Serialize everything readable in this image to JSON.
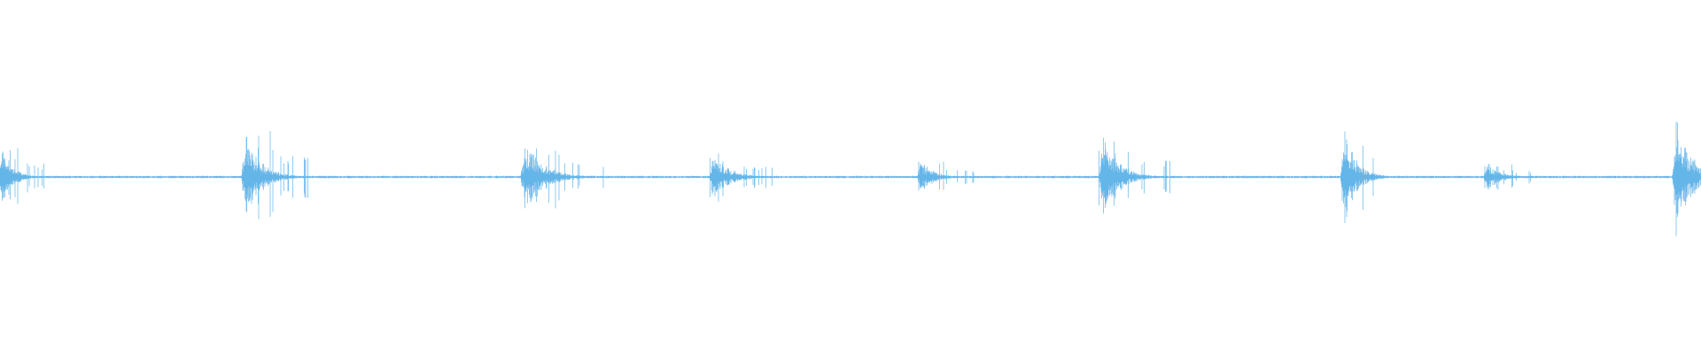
{
  "waveform": {
    "color": "#64b5e8",
    "background": "#ffffff",
    "baseline_amplitude": 0.015,
    "events": [
      {
        "center": 0.003,
        "width": 0.024,
        "amplitude": 0.38
      },
      {
        "center": 0.146,
        "width": 0.035,
        "amplitude": 0.55
      },
      {
        "center": 0.31,
        "width": 0.046,
        "amplitude": 0.42
      },
      {
        "center": 0.421,
        "width": 0.037,
        "amplitude": 0.29
      },
      {
        "center": 0.543,
        "width": 0.031,
        "amplitude": 0.2
      },
      {
        "center": 0.65,
        "width": 0.038,
        "amplitude": 0.48
      },
      {
        "center": 0.792,
        "width": 0.028,
        "amplitude": 0.62
      },
      {
        "center": 0.876,
        "width": 0.032,
        "amplitude": 0.16
      },
      {
        "center": 0.987,
        "width": 0.036,
        "amplitude": 0.72
      }
    ]
  }
}
